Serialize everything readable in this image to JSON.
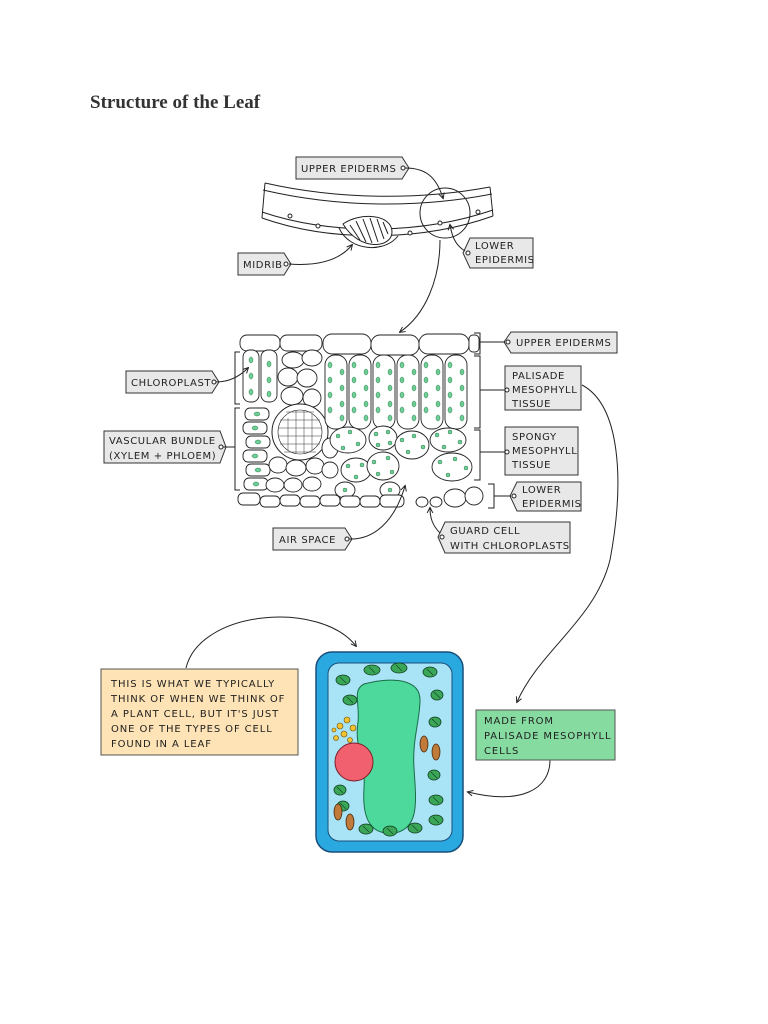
{
  "title": "Structure of the Leaf",
  "labels": {
    "upper_epidermis_top": "UPPER EPIDERMS",
    "lower_epidermis_top_1": "LOWER",
    "lower_epidermis_top_2": "EPIDERMIS",
    "midrib": "MIDRIB",
    "upper_epidermis_section": "UPPER EPIDERMS",
    "chloroplast": "CHLOROPLAST",
    "palisade_1": "PALISADE",
    "palisade_2": "MESOPHYLL",
    "palisade_3": "TISSUE",
    "vascular_1": "VASCULAR BUNDLE",
    "vascular_2": "(XYLEM + PHLOEM)",
    "spongy_1": "SPONGY",
    "spongy_2": "MESOPHYLL",
    "spongy_3": "TISSUE",
    "lower_epidermis_section_1": "LOWER",
    "lower_epidermis_section_2": "EPIDERMIS",
    "air_space": "AIR SPACE",
    "guard_cell_1": "GUARD CELL",
    "guard_cell_2": "WITH CHLOROPLASTS"
  },
  "callouts": {
    "typical_cell_lines": [
      "THIS IS WHAT WE TYPICALLY",
      "THINK OF WHEN WE THINK OF",
      "A PLANT CELL, BUT IT'S JUST",
      "ONE OF THE TYPES OF CELL",
      "FOUND IN A LEAF"
    ],
    "made_from_lines": [
      "MADE FROM",
      "PALISADE MESOPHYLL",
      "CELLS"
    ]
  },
  "colors": {
    "callout_orange": "#fde3b5",
    "callout_green": "#86dba0",
    "cell_wall": "#29a9e0",
    "cytoplasm": "#a9e3f6",
    "vacuole": "#4ed99c",
    "nucleus": "#f0606e",
    "chloroplast": "#3aa657",
    "mitochondria": "#c07a3a",
    "golgi": "#f2c230"
  }
}
